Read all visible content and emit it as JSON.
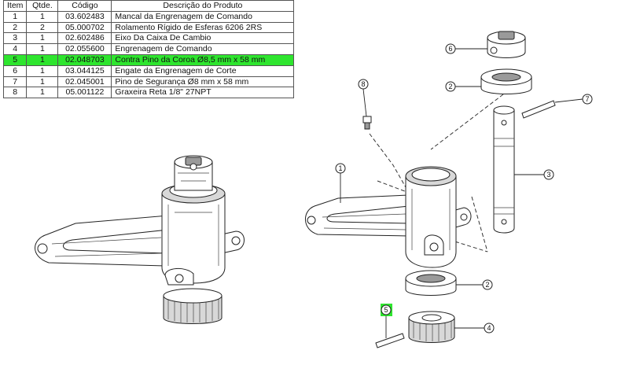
{
  "table": {
    "headers": {
      "item": "Item",
      "qty": "Qtde.",
      "code": "Código",
      "desc": "Descrição do Produto"
    },
    "rows": [
      {
        "item": "1",
        "qty": "1",
        "code": "03.602483",
        "desc": "Mancal da Engrenagem de Comando"
      },
      {
        "item": "2",
        "qty": "2",
        "code": "05.000702",
        "desc": "Rolamento Rígido de Esferas 6206 2RS"
      },
      {
        "item": "3",
        "qty": "1",
        "code": "02.602486",
        "desc": "Eixo Da Caixa De Cambio"
      },
      {
        "item": "4",
        "qty": "1",
        "code": "02.055600",
        "desc": "Engrenagem de Comando"
      },
      {
        "item": "5",
        "qty": "1",
        "code": "02.048703",
        "desc": "Contra Pino da Coroa Ø8,5 mm x 58 mm"
      },
      {
        "item": "6",
        "qty": "1",
        "code": "03.044125",
        "desc": "Engate da Engrenagem de Corte"
      },
      {
        "item": "7",
        "qty": "1",
        "code": "02.045001",
        "desc": "Pino de Segurança Ø8 mm x 58 mm"
      },
      {
        "item": "8",
        "qty": "1",
        "code": "05.001122",
        "desc": "Graxeira Reta 1/8\" 27NPT"
      }
    ]
  },
  "highlight_color": "#2ee52e",
  "callouts": {
    "c1": "1",
    "c2a": "2",
    "c2b": "2",
    "c3": "3",
    "c4": "4",
    "c5": "5",
    "c6": "6",
    "c7": "7",
    "c8": "8"
  }
}
